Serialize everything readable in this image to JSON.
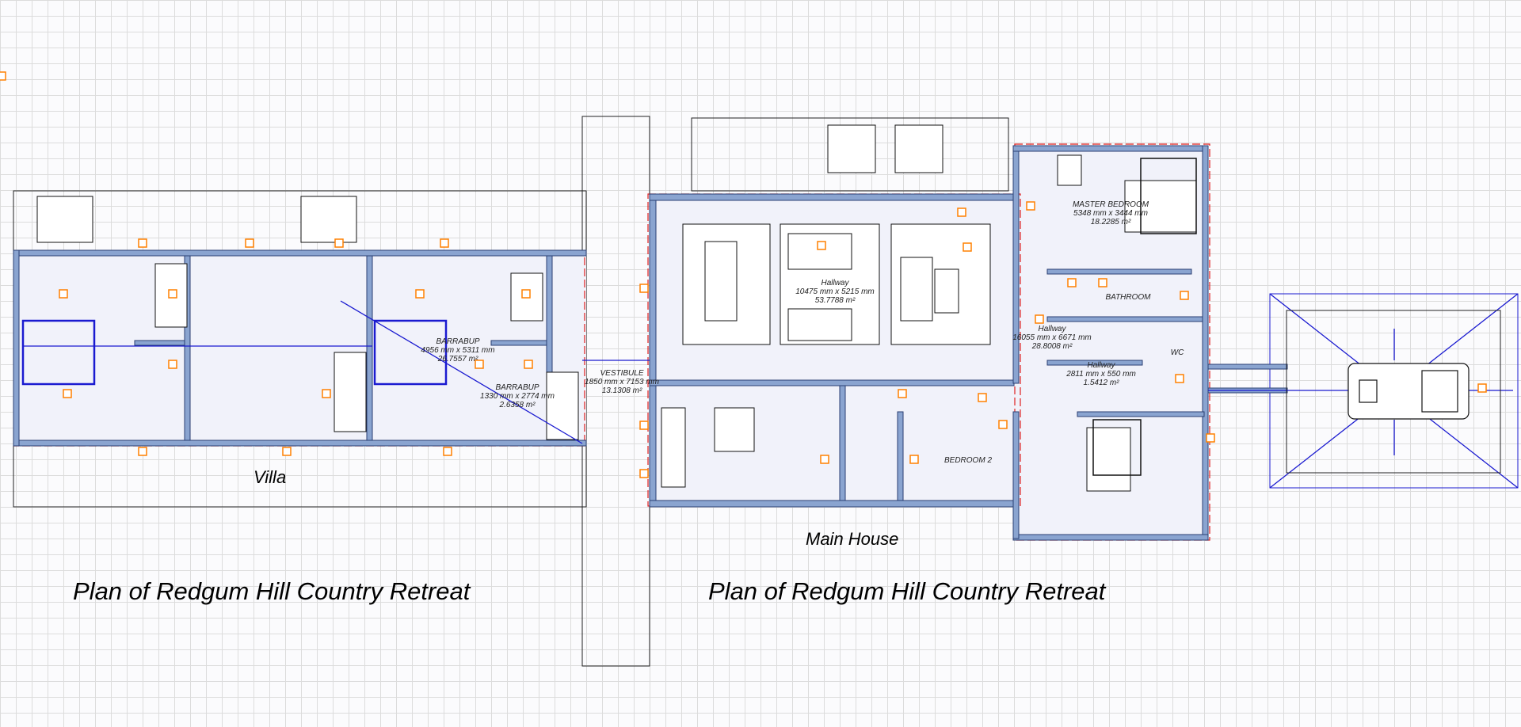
{
  "titles": {
    "villa_plan": "Plan of Redgum Hill Country Retreat",
    "main_plan": "Plan of Redgum Hill Country Retreat"
  },
  "buildings": {
    "villa": "Villa",
    "main_house": "Main House"
  },
  "rooms": [
    {
      "name": "BARRABUP",
      "dims": "4956 mm x 5311 mm",
      "area": "26.7557 m²"
    },
    {
      "name": "BARRABUP",
      "dims": "1330 mm x 2774 mm",
      "area": "2.6358 m²"
    },
    {
      "name": "VESTIBULE",
      "dims": "1850 mm x 7153 mm",
      "area": "13.1308 m²"
    },
    {
      "name": "Hallway",
      "dims": "10475 mm x 5215 mm",
      "area": "53.7788 m²"
    },
    {
      "name": "Hallway",
      "dims": "16055 mm x 6671 mm",
      "area": "28.8008 m²"
    },
    {
      "name": "Hallway",
      "dims": "2811 mm x 550 mm",
      "area": "1.5412 m²"
    },
    {
      "name": "MASTER BEDROOM",
      "dims": "5348 mm x 3444 mm",
      "area": "18.2285 m²"
    },
    {
      "name": "BATHROOM",
      "dims": "",
      "area": ""
    },
    {
      "name": "WC",
      "dims": "",
      "area": ""
    },
    {
      "name": "BEDROOM 2",
      "dims": "",
      "area": ""
    }
  ],
  "colors": {
    "wall": "#8aa4d0",
    "wall_edge": "#2b3f73",
    "selection": "#1a1ad0",
    "marker": "#ff8000",
    "boundary": "#e02020"
  }
}
